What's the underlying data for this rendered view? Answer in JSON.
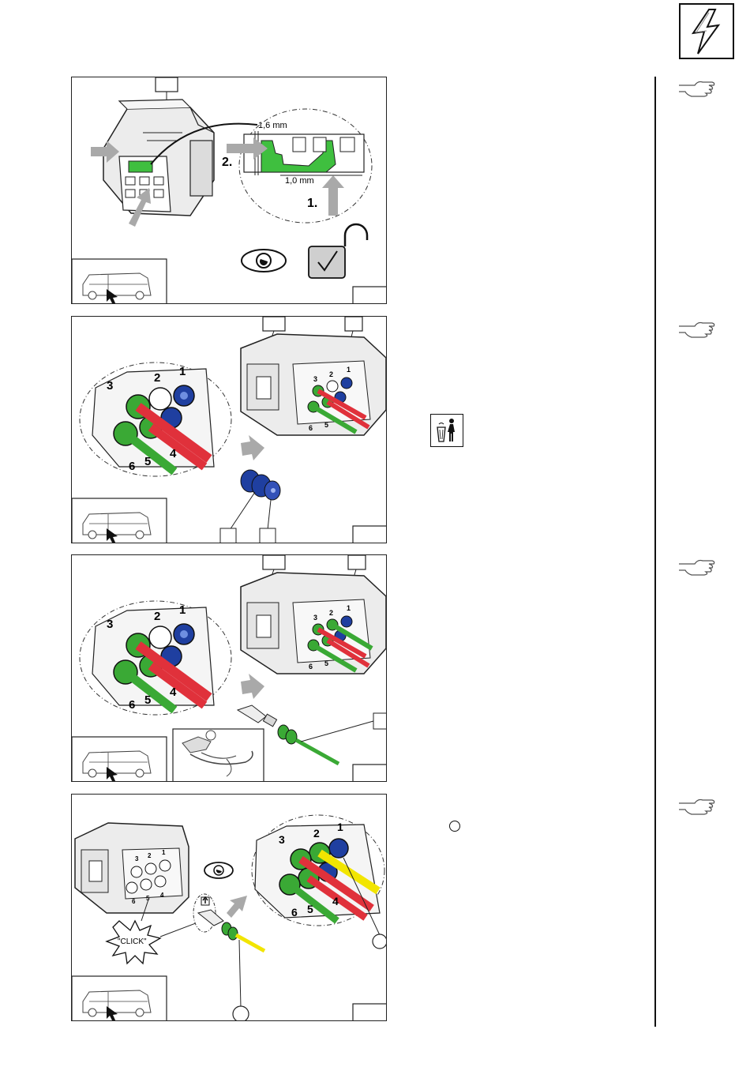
{
  "page": {
    "section_icon": "lightning-bolt-icon",
    "note_icon": "pointing-hand-icon",
    "waste_icon": "waste-bin-icon"
  },
  "panel1": {
    "dimension_top": "1,6 mm",
    "dimension_bottom": "1,0 mm",
    "step_one": "1.",
    "step_two": "2.",
    "icons": [
      "eye-icon",
      "unlocked-check-icon",
      "van-icon"
    ]
  },
  "panel2": {
    "pins": [
      "1",
      "2",
      "3",
      "4",
      "5",
      "6"
    ],
    "pins_small": [
      "1",
      "2",
      "3",
      "5",
      "6"
    ],
    "icons": [
      "seal-plug-icon",
      "van-icon"
    ]
  },
  "panel3": {
    "pins": [
      "1",
      "2",
      "3",
      "4",
      "5",
      "6"
    ],
    "pins_small": [
      "1",
      "2",
      "3",
      "5",
      "6"
    ],
    "icons": [
      "crimp-tool-icon",
      "van-icon"
    ]
  },
  "panel4": {
    "pins": [
      "1",
      "2",
      "3",
      "4",
      "5",
      "6"
    ],
    "pins_small": [
      "1",
      "2",
      "3",
      "4",
      "5",
      "6"
    ],
    "click_label": "\"CLICK\"",
    "icons": [
      "eye-icon",
      "van-icon"
    ]
  },
  "colors": {
    "wire_red": "#e0313b",
    "wire_green": "#3aa935",
    "wire_yellow": "#f2e500",
    "seal_blue": "#1f3fa0",
    "arrow_grey": "#a9a9a9",
    "locking_green": "#3fbf3f"
  }
}
